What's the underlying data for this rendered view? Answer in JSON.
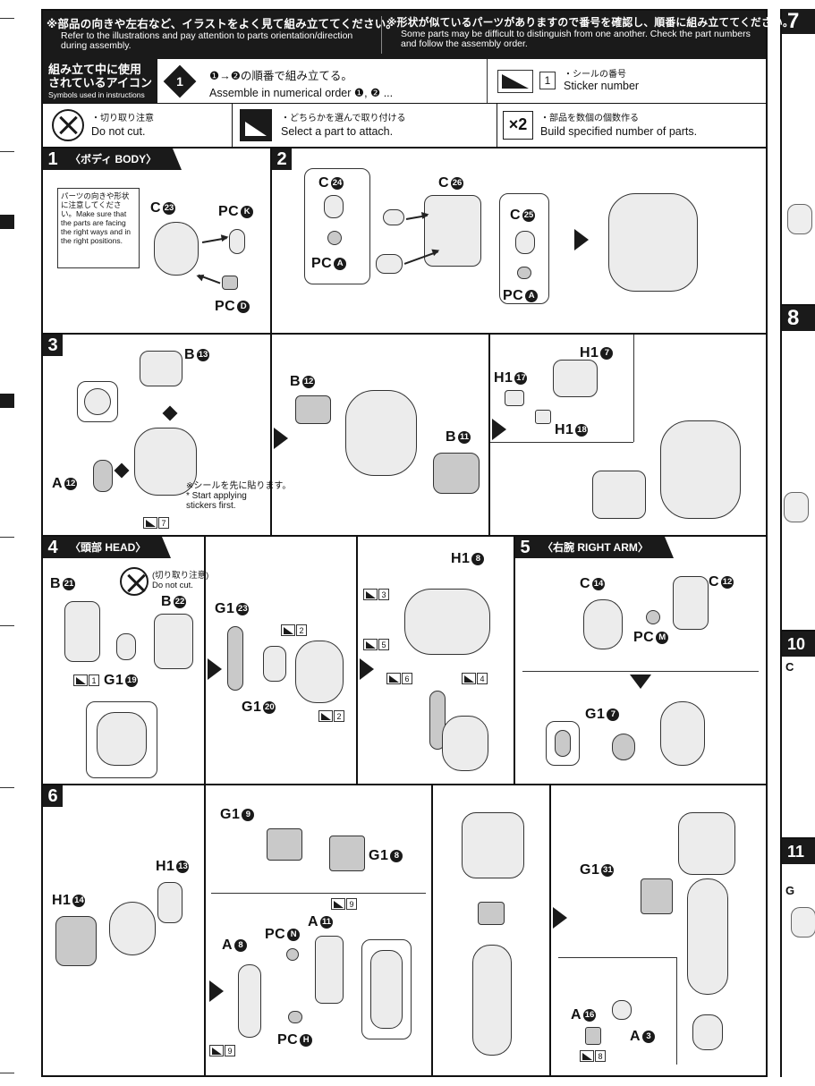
{
  "header": {
    "left_jp": "※部品の向きや左右など、イラストをよく見て組み立ててください。",
    "left_en": "Refer to the illustrations and pay attention to parts orientation/direction during assembly.",
    "right_jp": "※形状が似ているパーツがありますので番号を確認し、順番に組み立ててください。",
    "right_en": "Some parts may be difficult to distinguish from one another. Check the part numbers and follow the assembly order."
  },
  "icons": {
    "label_jp": "組み立て中に使用されているアイコン",
    "label_en": "Symbols used in instructions",
    "order_glyph": "1",
    "order_jp": "❶→❷の順番で組み立てる。",
    "order_en": "Assemble in numerical order ❶, ❷ ...",
    "sticker_num": "1",
    "sticker_jp": "・シールの番号",
    "sticker_en": "Sticker number",
    "cut_jp": "・切り取り注意",
    "cut_en": "Do not cut.",
    "select_jp": "・どちらかを選んで取り付ける",
    "select_en": "Select a part to attach.",
    "x2_label": "×2",
    "x2_jp": "・部品を数個の個数作る",
    "x2_en": "Build specified number of parts."
  },
  "steps": {
    "s1": {
      "num": "1",
      "title": "〈ボディ BODY〉",
      "note": "パーツの向きや形状に注意してください。Make sure that the parts are facing the right ways and in the right positions.",
      "parts": {
        "c23": "C",
        "c23n": "23",
        "pck": "PC",
        "pckn": "K",
        "pcd": "PC",
        "pcdn": "D"
      }
    },
    "s2": {
      "num": "2",
      "parts": {
        "c24": "C",
        "c24n": "24",
        "c26": "C",
        "c26n": "26",
        "c25": "C",
        "c25n": "25",
        "pca1": "PC",
        "pca1n": "A",
        "pca2": "PC",
        "pca2n": "A"
      }
    },
    "s3": {
      "num": "3",
      "parts": {
        "b13": "B",
        "b13n": "13",
        "a12": "A",
        "a12n": "12",
        "b12": "B",
        "b12n": "12",
        "b11": "B",
        "b11n": "11",
        "h1_7": "H1",
        "h1_7n": "7",
        "h1_17": "H1",
        "h1_17n": "17",
        "h1_18": "H1",
        "h1_18n": "18"
      },
      "sticker": "7",
      "note_jp": "※シールを先に貼ります。",
      "note_en": "* Start applying stickers first."
    },
    "s4": {
      "num": "4",
      "title": "〈頭部 HEAD〉",
      "cut_jp": "(切り取り注意)",
      "cut_en": "Do not cut.",
      "parts": {
        "b21": "B",
        "b21n": "21",
        "b22": "B",
        "b22n": "22",
        "g1_19": "G1",
        "g1_19n": "19",
        "g1_23": "G1",
        "g1_23n": "23",
        "g1_20": "G1",
        "g1_20n": "20",
        "h1_8": "H1",
        "h1_8n": "8"
      },
      "stickers": [
        "1",
        "2",
        "2",
        "3",
        "5",
        "6",
        "4"
      ]
    },
    "s5": {
      "num": "5",
      "title": "〈右腕 RIGHT ARM〉",
      "parts": {
        "c14": "C",
        "c14n": "14",
        "c12": "C",
        "c12n": "12",
        "pcm": "PC",
        "pcmn": "M",
        "g1_7": "G1",
        "g1_7n": "7"
      }
    },
    "s6": {
      "num": "6",
      "parts": {
        "h1_13": "H1",
        "h1_13n": "13",
        "h1_14": "H1",
        "h1_14n": "14",
        "g1_9": "G1",
        "g1_9n": "9",
        "g1_8": "G1",
        "g1_8n": "8",
        "a11": "A",
        "a11n": "11",
        "a8": "A",
        "a8n": "8",
        "pcn": "PC",
        "pcnn": "N",
        "pch": "PC",
        "pchn": "H",
        "g1_31": "G1",
        "g1_31n": "31",
        "a16": "A",
        "a16n": "16",
        "a3": "A",
        "a3n": "3"
      },
      "stickers": [
        "9",
        "9",
        "8"
      ]
    }
  },
  "right_page": {
    "s7": "7",
    "s8": "8",
    "s10": "10",
    "s11": "11",
    "frag_c": "C",
    "frag_g": "G"
  }
}
